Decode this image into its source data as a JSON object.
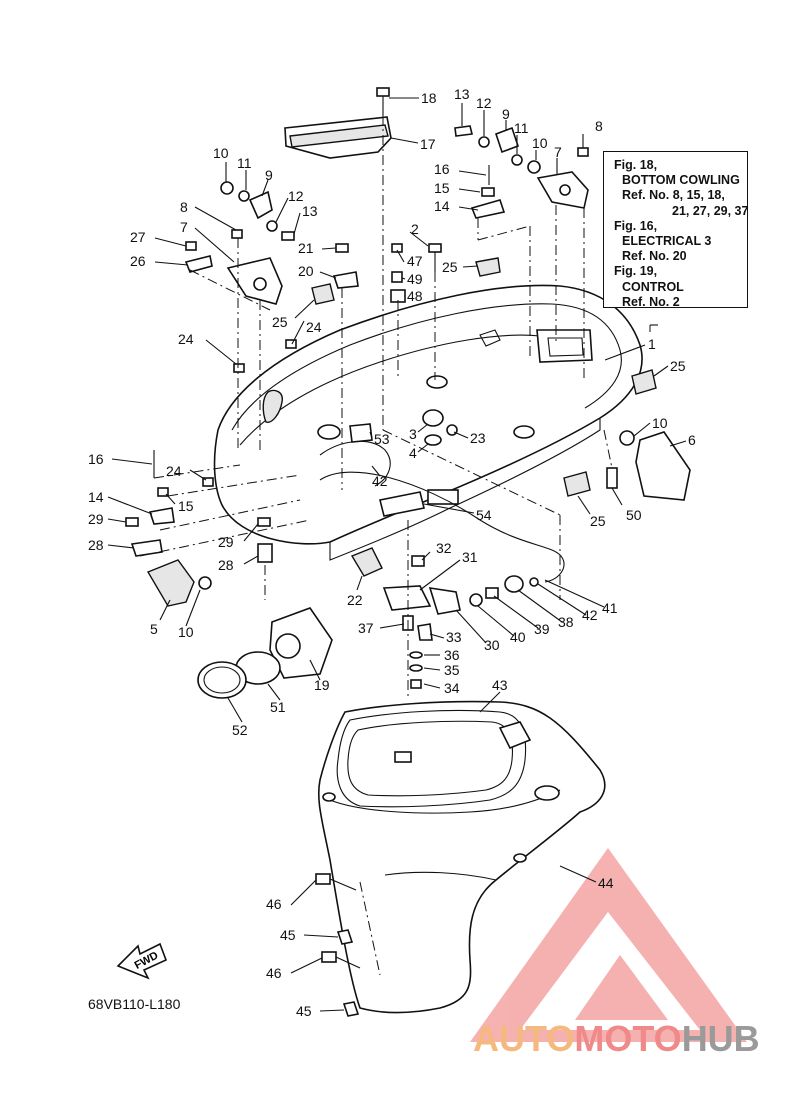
{
  "reference_box": {
    "line1": "Fig. 18,",
    "line2": "BOTTOM COWLING",
    "line3": "Ref. No. 8, 15, 18,",
    "line4": "21, 27, 29, 37",
    "line5": "Fig. 16,",
    "line6": "ELECTRICAL 3",
    "line7": "Ref. No. 20",
    "line8": "Fig. 19,",
    "line9": "CONTROL",
    "line10": "Ref. No. 2"
  },
  "fwd_label": "FWD",
  "diagram_code": "68VB110-L180",
  "brand": {
    "part1": "AUTO",
    "part2": "MOTO",
    "part3": "HUB"
  },
  "colors": {
    "brand_orange": "#f5b97f",
    "brand_red": "#f08a8a",
    "brand_gray": "#9a9a9a",
    "logo_red": "#f4a3a3"
  },
  "callouts": [
    {
      "id": "c18",
      "text": "18"
    },
    {
      "id": "c17",
      "text": "17"
    },
    {
      "id": "c13a",
      "text": "13"
    },
    {
      "id": "c12a",
      "text": "12"
    },
    {
      "id": "c9a",
      "text": "9"
    },
    {
      "id": "c11a",
      "text": "11"
    },
    {
      "id": "c10a",
      "text": "10"
    },
    {
      "id": "c7a",
      "text": "7"
    },
    {
      "id": "c8a",
      "text": "8"
    },
    {
      "id": "c16a",
      "text": "16"
    },
    {
      "id": "c15a",
      "text": "15"
    },
    {
      "id": "c14a",
      "text": "14"
    },
    {
      "id": "c10b",
      "text": "10"
    },
    {
      "id": "c11b",
      "text": "11"
    },
    {
      "id": "c9b",
      "text": "9"
    },
    {
      "id": "c12b",
      "text": "12"
    },
    {
      "id": "c13b",
      "text": "13"
    },
    {
      "id": "c8b",
      "text": "8"
    },
    {
      "id": "c7b",
      "text": "7"
    },
    {
      "id": "c27",
      "text": "27"
    },
    {
      "id": "c26",
      "text": "26"
    },
    {
      "id": "c21",
      "text": "21"
    },
    {
      "id": "c2",
      "text": "2"
    },
    {
      "id": "c47",
      "text": "47"
    },
    {
      "id": "c20",
      "text": "20"
    },
    {
      "id": "c49",
      "text": "49"
    },
    {
      "id": "c48",
      "text": "48"
    },
    {
      "id": "c25a",
      "text": "25"
    },
    {
      "id": "c25b",
      "text": "25"
    },
    {
      "id": "c24a",
      "text": "24"
    },
    {
      "id": "c24b",
      "text": "24"
    },
    {
      "id": "c1",
      "text": "1"
    },
    {
      "id": "c25c",
      "text": "25"
    },
    {
      "id": "c10c",
      "text": "10"
    },
    {
      "id": "c6",
      "text": "6"
    },
    {
      "id": "c53",
      "text": "53"
    },
    {
      "id": "c3",
      "text": "3"
    },
    {
      "id": "c23",
      "text": "23"
    },
    {
      "id": "c4",
      "text": "4"
    },
    {
      "id": "c16b",
      "text": "16"
    },
    {
      "id": "c24c",
      "text": "24"
    },
    {
      "id": "c42a",
      "text": "42"
    },
    {
      "id": "c15b",
      "text": "15"
    },
    {
      "id": "c14b",
      "text": "14"
    },
    {
      "id": "c25d",
      "text": "25"
    },
    {
      "id": "c50",
      "text": "50"
    },
    {
      "id": "c54",
      "text": "54"
    },
    {
      "id": "c29a",
      "text": "29"
    },
    {
      "id": "c29b",
      "text": "29"
    },
    {
      "id": "c28a",
      "text": "28"
    },
    {
      "id": "c28b",
      "text": "28"
    },
    {
      "id": "c32",
      "text": "32"
    },
    {
      "id": "c31",
      "text": "31"
    },
    {
      "id": "c22",
      "text": "22"
    },
    {
      "id": "c5",
      "text": "5"
    },
    {
      "id": "c10d",
      "text": "10"
    },
    {
      "id": "c37",
      "text": "37"
    },
    {
      "id": "c33",
      "text": "33"
    },
    {
      "id": "c30",
      "text": "30"
    },
    {
      "id": "c40",
      "text": "40"
    },
    {
      "id": "c39",
      "text": "39"
    },
    {
      "id": "c38",
      "text": "38"
    },
    {
      "id": "c42b",
      "text": "42"
    },
    {
      "id": "c41",
      "text": "41"
    },
    {
      "id": "c36",
      "text": "36"
    },
    {
      "id": "c35",
      "text": "35"
    },
    {
      "id": "c34",
      "text": "34"
    },
    {
      "id": "c19",
      "text": "19"
    },
    {
      "id": "c51",
      "text": "51"
    },
    {
      "id": "c52",
      "text": "52"
    },
    {
      "id": "c43",
      "text": "43"
    },
    {
      "id": "c44",
      "text": "44"
    },
    {
      "id": "c46a",
      "text": "46"
    },
    {
      "id": "c45a",
      "text": "45"
    },
    {
      "id": "c46b",
      "text": "46"
    },
    {
      "id": "c45b",
      "text": "45"
    }
  ]
}
